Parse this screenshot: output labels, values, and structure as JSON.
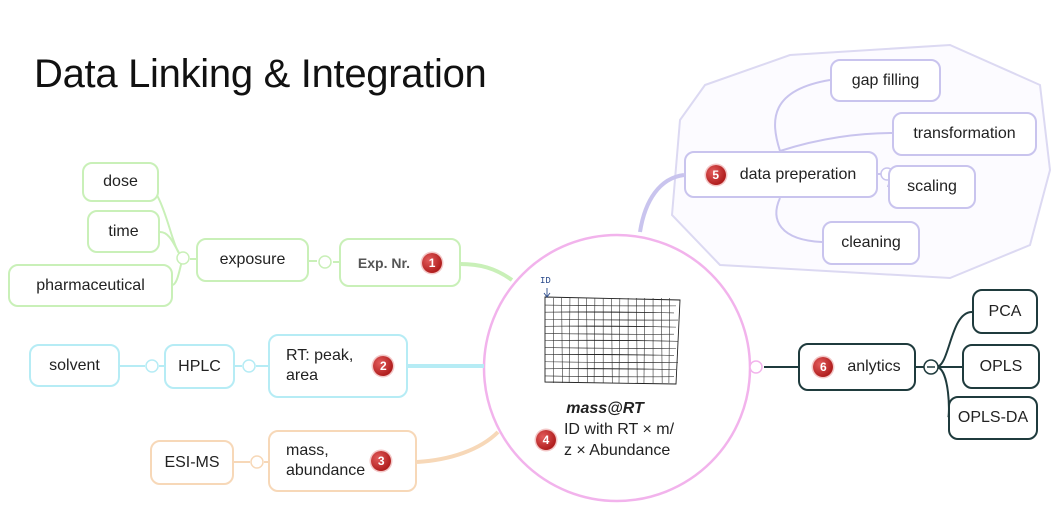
{
  "title": "Data Linking & Integration",
  "nodes": {
    "dose": "dose",
    "time": "time",
    "pharmaceutical": "pharmaceutical",
    "exposure": "exposure",
    "exp_nr": "Exp. Nr.",
    "solvent": "solvent",
    "hplc": "HPLC",
    "rt_peak_line1": "RT: peak,",
    "rt_peak_line2": "area",
    "esi_ms": "ESI-MS",
    "mass_line1": "mass,",
    "mass_line2": "abundance",
    "data_prep": "data preperation",
    "gap_filling": "gap filling",
    "transformation": "transformation",
    "scaling": "scaling",
    "cleaning": "cleaning",
    "analytics": "anlytics",
    "pca": "PCA",
    "opls": "OPLS",
    "opls_da": "OPLS-DA"
  },
  "hub": {
    "id_label": "ID",
    "title": "mass@RT",
    "line1": "ID with RT × m/",
    "line2": "z × Abundance"
  },
  "badges": [
    "1",
    "2",
    "3",
    "4",
    "5",
    "6"
  ],
  "colors": {
    "green": "#c9f0b8",
    "cyan": "#b6ecf5",
    "orange": "#f7d8b8",
    "purple": "#c9c4ee",
    "dark": "#1f3b3d",
    "hub": "#f2b3ec",
    "badge": "#c0282a"
  }
}
